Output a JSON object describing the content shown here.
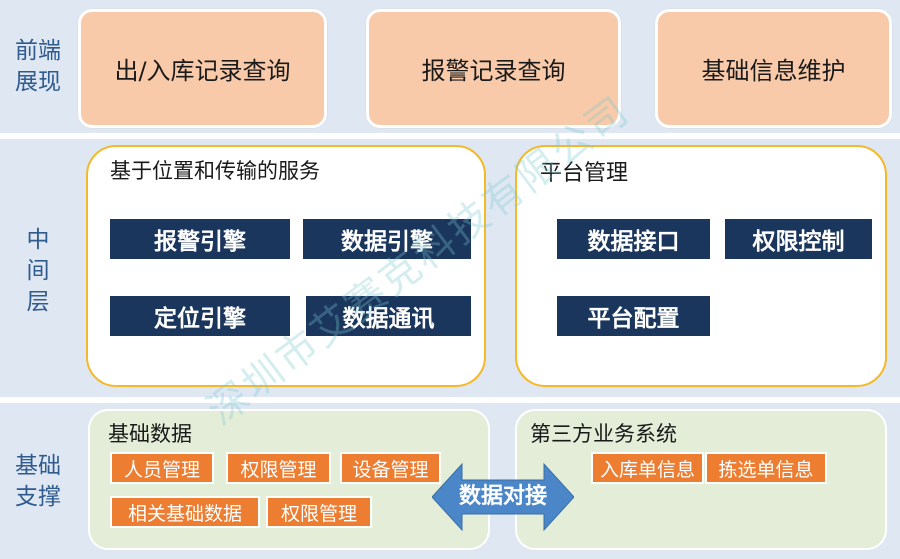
{
  "layers": {
    "front": {
      "label": "前端\n展现",
      "tiles": [
        "出/入库记录查询",
        "报警记录查询",
        "基础信息维护"
      ]
    },
    "middle": {
      "label": "中\n间\n层",
      "left_panel": {
        "title": "基于位置和传输的服务",
        "items": [
          "报警引擎",
          "数据引擎",
          "定位引擎",
          "数据通讯"
        ]
      },
      "right_panel": {
        "title": "平台管理",
        "items": [
          "数据接口",
          "权限控制",
          "平台配置"
        ]
      }
    },
    "base": {
      "label": "基础\n支撑",
      "left_panel": {
        "title": "基础数据",
        "items": [
          "人员管理",
          "权限管理",
          "设备管理",
          "相关基础数据",
          "权限管理"
        ]
      },
      "right_panel": {
        "title": "第三方业务系统",
        "items": [
          "入库单信息",
          "拣选单信息"
        ]
      },
      "connector": "数据对接"
    }
  },
  "watermark": "深圳市艾赛克科技有限公司",
  "colors": {
    "band": "#dfe7f3",
    "tile": "#f8caa9",
    "panel_border": "#f5b928",
    "navy": "#1b365d",
    "green_panel": "#e3edd8",
    "chip": "#ed7d31",
    "arrow": "#4a86c8"
  }
}
